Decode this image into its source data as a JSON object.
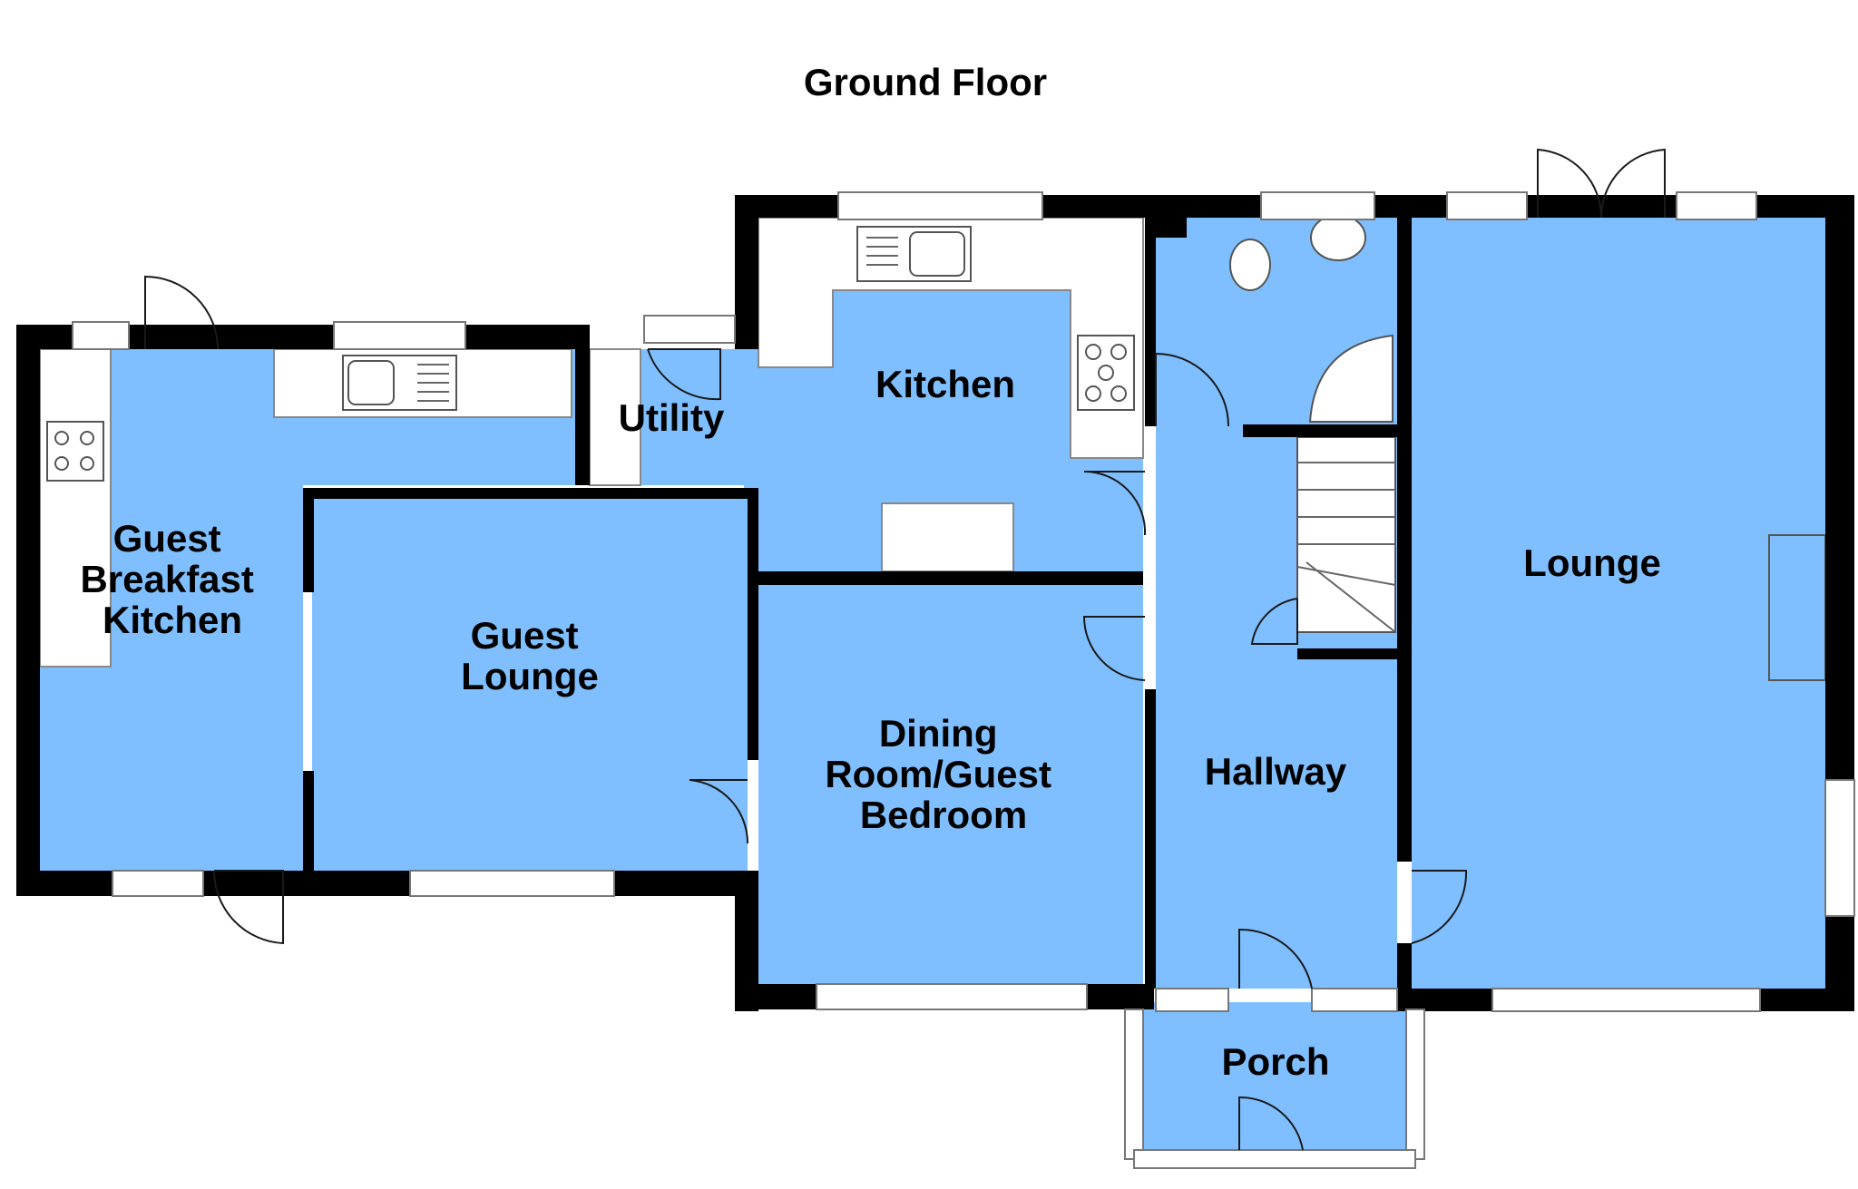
{
  "title": "Ground Floor",
  "colors": {
    "floor": "#7fbfff",
    "wall": "#000000",
    "fixture": "#ffffff"
  },
  "rooms": {
    "guest_breakfast_kitchen": [
      "Guest",
      "Breakfast",
      "Kitchen"
    ],
    "guest_lounge": [
      "Guest",
      "Lounge"
    ],
    "utility": [
      "Utility"
    ],
    "kitchen": [
      "Kitchen"
    ],
    "dining_room": [
      "Dining",
      "Room/Guest",
      "Bedroom"
    ],
    "hallway": [
      "Hallway"
    ],
    "lounge": [
      "Lounge"
    ],
    "porch": [
      "Porch"
    ]
  }
}
